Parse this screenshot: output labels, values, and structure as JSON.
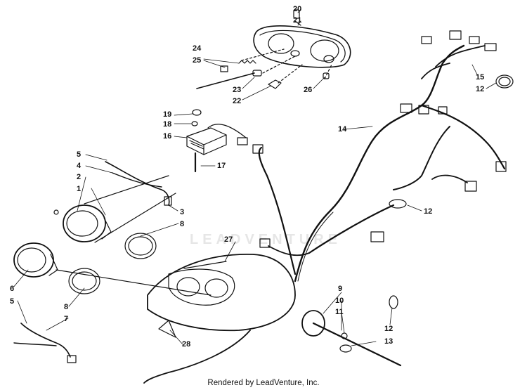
{
  "footer": {
    "text": "Rendered by LeadVenture, Inc."
  },
  "watermark": {
    "text": "LEADVENTURE"
  },
  "callouts": {
    "c1": "1",
    "c2": "2",
    "c3": "3",
    "c4": "4",
    "c5a": "5",
    "c5b": "5",
    "c6": "6",
    "c7": "7",
    "c8a": "8",
    "c8b": "8",
    "c9": "9",
    "c10": "10",
    "c11": "11",
    "c12a": "12",
    "c12b": "12",
    "c12c": "12",
    "c13": "13",
    "c14": "14",
    "c15": "15",
    "c16": "16",
    "c17": "17",
    "c18": "18",
    "c19": "19",
    "c20": "20",
    "c21": "21",
    "c22": "22",
    "c23": "23",
    "c24": "24",
    "c25": "25",
    "c26": "26",
    "c27": "27",
    "c28": "28"
  }
}
